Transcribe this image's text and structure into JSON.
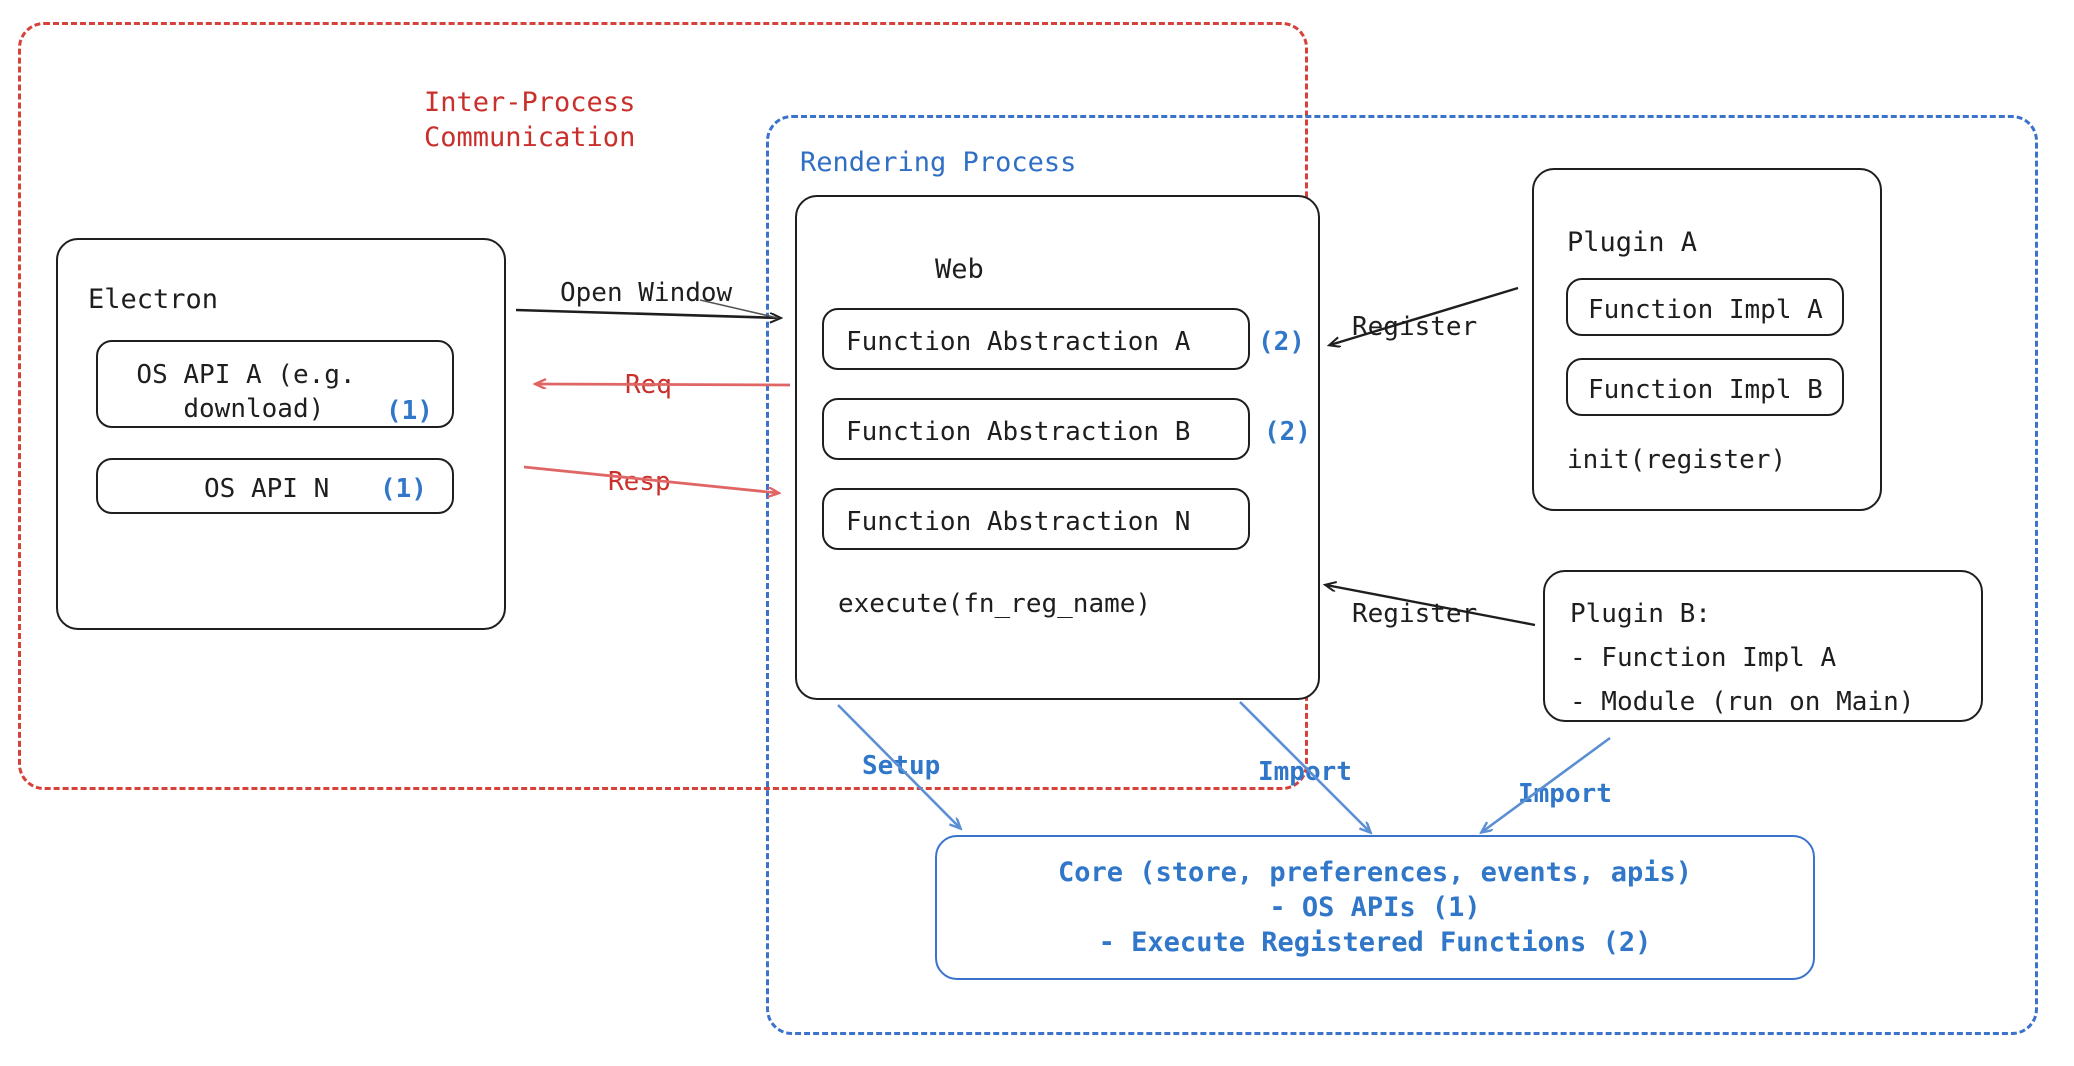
{
  "diagram": {
    "title": "Electron plugin architecture",
    "colors": {
      "ipc_red": "#d6413a",
      "render_blue": "#3b73cc",
      "marker_blue": "#2f6fc4",
      "ink": "#1e1e1e"
    }
  },
  "groups": {
    "ipc": {
      "label_line1": "Inter-Process",
      "label_line2": "Communication"
    },
    "rendering": {
      "label": "Rendering Process"
    }
  },
  "electron": {
    "title": "Electron",
    "apis": [
      {
        "label": "OS API A (e.g.\ndownload)",
        "marker": "(1)"
      },
      {
        "label": "OS API N",
        "marker": "(1)"
      }
    ]
  },
  "web": {
    "title": "Web",
    "abstractions": [
      {
        "label": "Function Abstraction A",
        "marker": "(2)"
      },
      {
        "label": "Function Abstraction B",
        "marker": "(2)"
      },
      {
        "label": "Function Abstraction N",
        "marker": ""
      }
    ],
    "footer": "execute(fn_reg_name)"
  },
  "plugin_a": {
    "title": "Plugin A",
    "items": [
      "Function Impl A",
      "Function Impl B"
    ],
    "footer": "init(register)"
  },
  "plugin_b": {
    "title": "Plugin B:",
    "line1": "- Function Impl A",
    "line2": "- Module (run on Main)"
  },
  "core": {
    "line1": "Core (store, preferences, events, apis)",
    "line2": "- OS APIs (1)",
    "line3": "- Execute Registered Functions (2)"
  },
  "edges": {
    "open_window": "Open Window",
    "req": "Req",
    "resp": "Resp",
    "register_a": "Register",
    "register_b": "Register",
    "setup": "Setup",
    "import_web": "Import",
    "import_plugin": "Import"
  }
}
